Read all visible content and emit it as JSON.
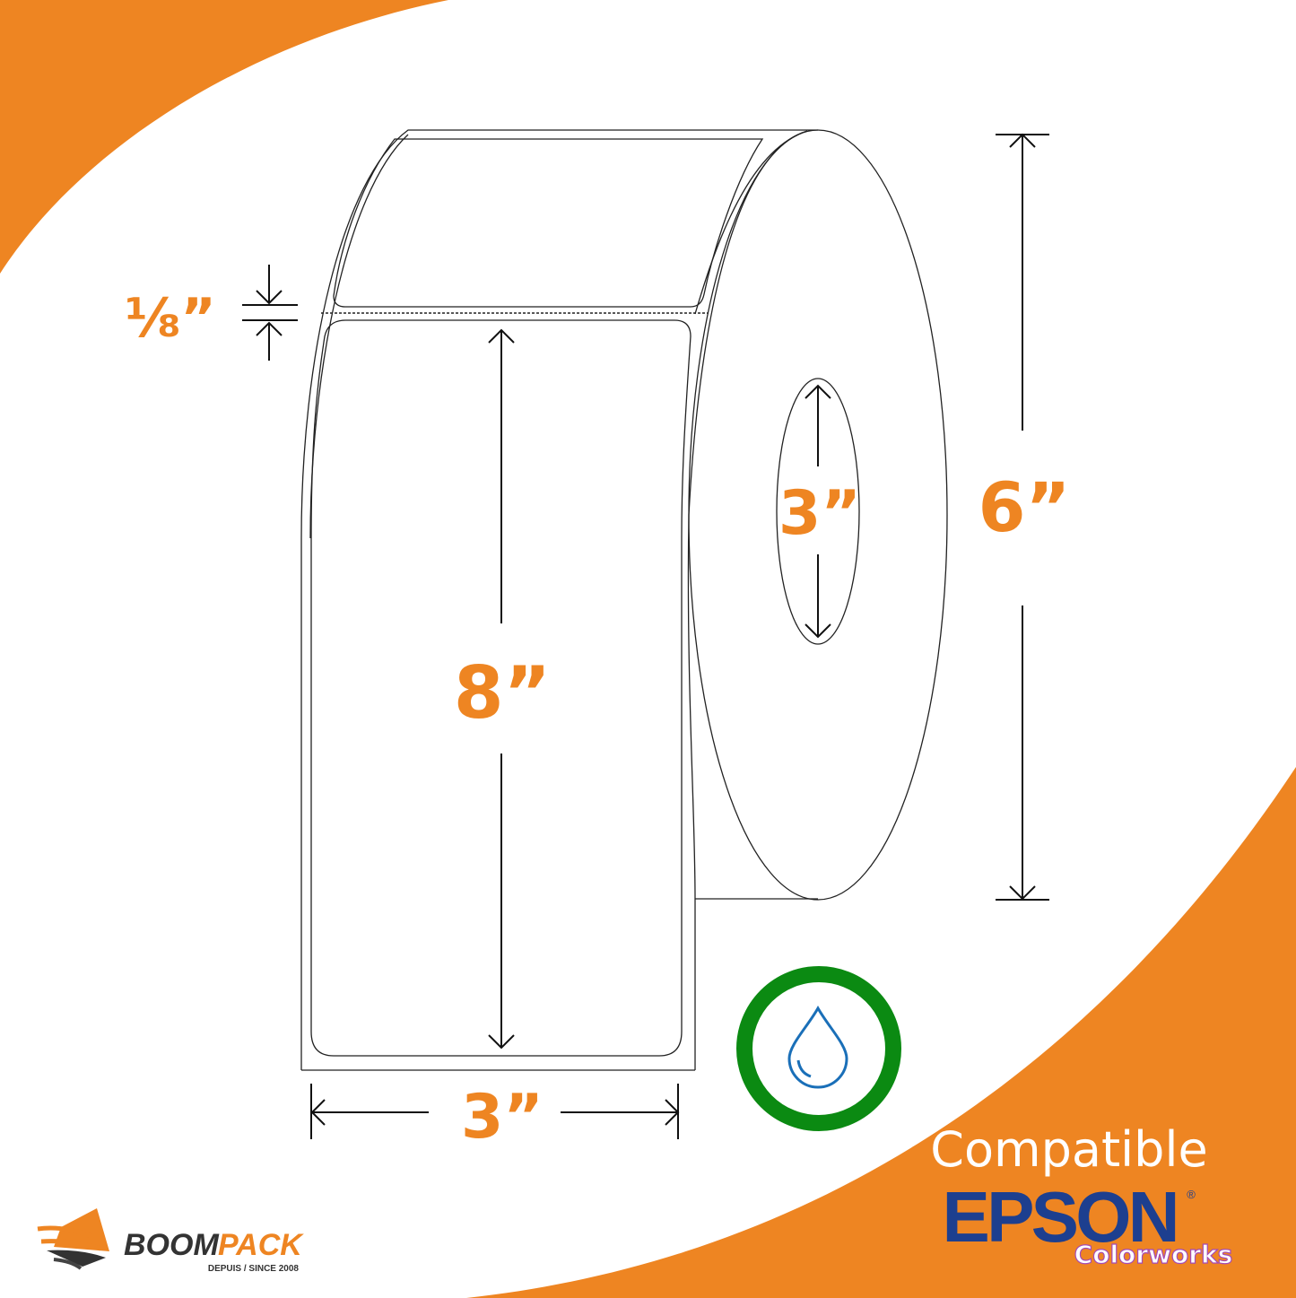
{
  "dimensions": {
    "gap": "⅛”",
    "label_height": "8”",
    "label_width": "3”",
    "core": "3”",
    "roll_diameter": "6”"
  },
  "badge": {
    "compatible": "Compatible",
    "brand": "EPSON",
    "registered": "®",
    "product_line": "Colorworks"
  },
  "logo": {
    "name_dark": "BOOM",
    "name_orange": "PACK",
    "tagline": "DEPUIS / SINCE 2008"
  },
  "colors": {
    "orange": "#ee8522",
    "epson_blue": "#1d3f8f",
    "ring_green": "#0b8a12",
    "drop_blue": "#1a6fb8"
  }
}
